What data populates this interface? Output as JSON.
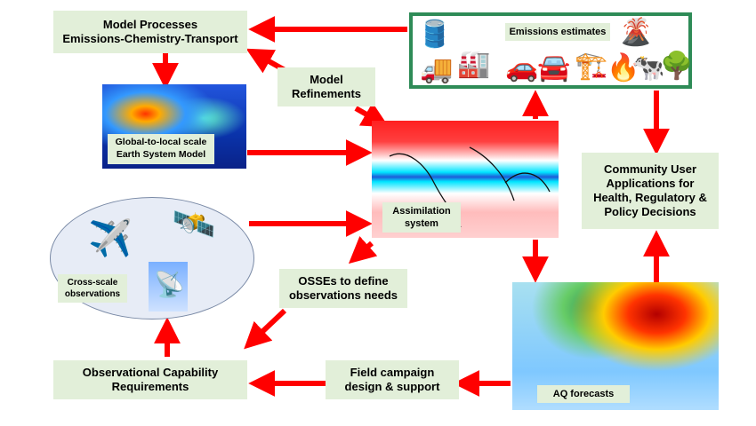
{
  "boxes": {
    "model_processes": [
      "Model Processes",
      "Emissions-Chemistry-Transport"
    ],
    "model_refinements": [
      "Model",
      "Refinements"
    ],
    "community": [
      "Community User",
      "Applications for",
      "Health, Regulatory &",
      "Policy Decisions"
    ],
    "osses": [
      "OSSEs to define",
      "observations needs"
    ],
    "obs_capability": [
      "Observational Capability",
      "Requirements"
    ],
    "field_campaign": [
      "Field campaign",
      "design & support"
    ]
  },
  "labels": {
    "emissions": "Emissions estimates",
    "earth_system": [
      "Global-to-local scale",
      "Earth System Model"
    ],
    "assimilation": [
      "Assimilation",
      "system"
    ],
    "cross_scale": [
      "Cross-scale",
      "observations"
    ],
    "aq": "AQ forecasts"
  },
  "icons": [
    "oil-pump-icon",
    "truck-icon",
    "factory-icon",
    "car-icon",
    "car-icon",
    "refinery-icon",
    "fire-icon",
    "volcano-icon",
    "cow-icon",
    "tree-icon",
    "airplane-icon",
    "satellite-icon",
    "weather-station-icon"
  ],
  "colors": {
    "box_fill": "#e2efd9",
    "arrow": "#ff0000",
    "emissions_border": "#2e8b57"
  }
}
